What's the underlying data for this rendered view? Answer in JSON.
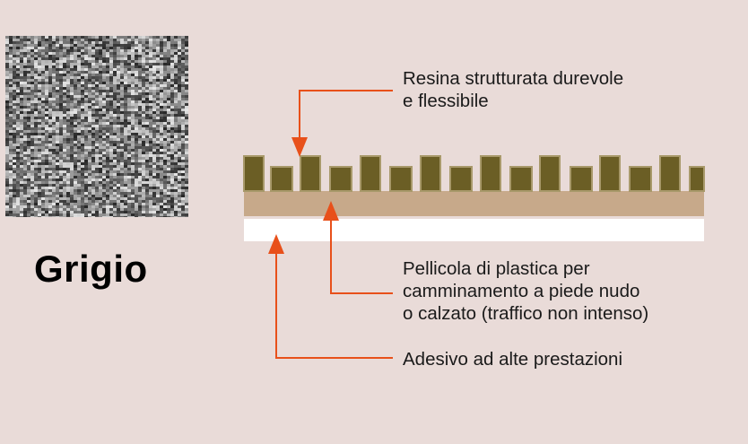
{
  "swatch": {
    "name": "Grigio"
  },
  "colors": {
    "background": "#e9dbd8",
    "resin_fill": "#6b5e25",
    "resin_edge": "#9b8a4c",
    "film": "#c7a98a",
    "adhesive": "#ffffff",
    "callout": "#e8501a"
  },
  "labels": {
    "resin": "Resina strutturata durevole\ne flessibile",
    "film": "Pellicola di plastica per\ncamminamento a piede nudo\no calzato (traffico non intenso)",
    "adhesive": "Adesivo ad alte prestazioni"
  }
}
